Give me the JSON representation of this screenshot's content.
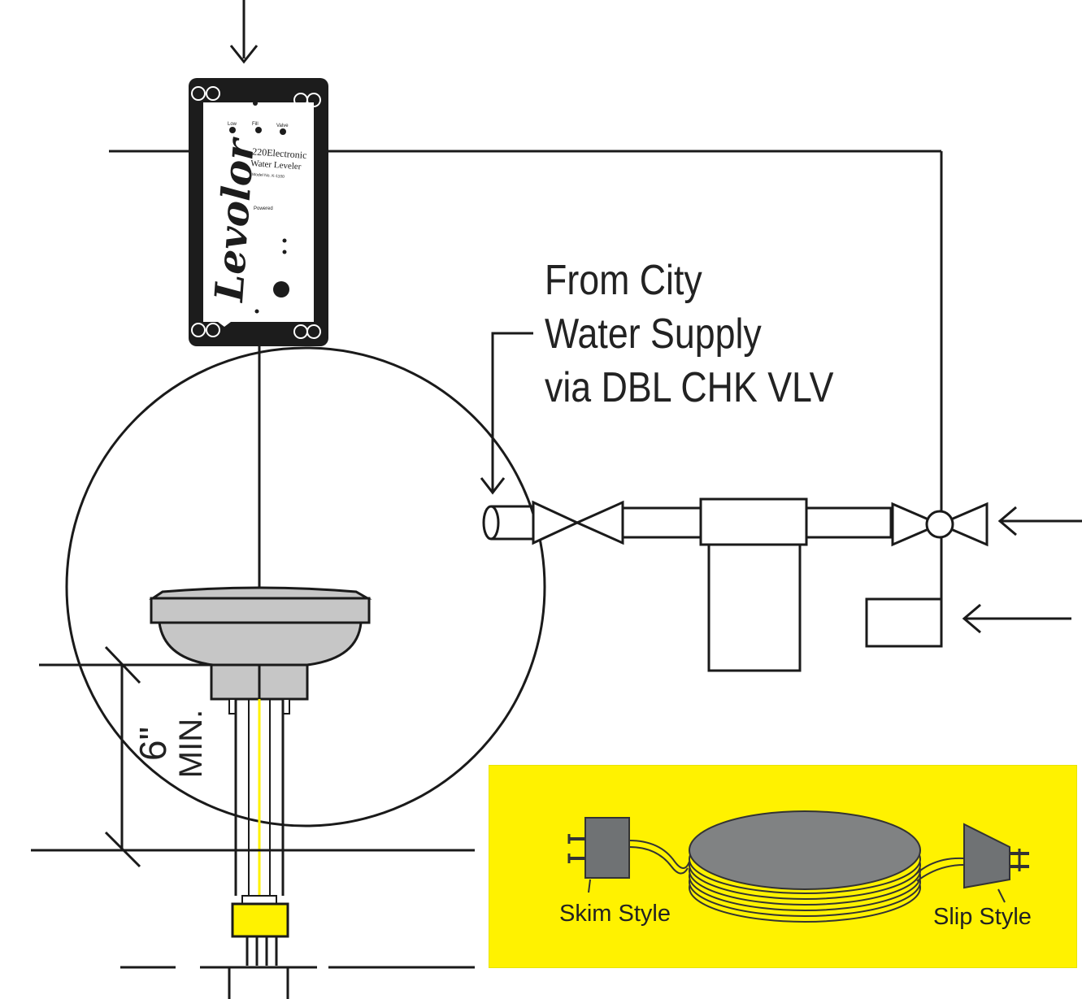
{
  "labels": {
    "water_supply": [
      "From City",
      "Water Supply",
      "via DBL CHK VLV"
    ],
    "dimension_value": "6\"",
    "dimension_qualifier": "MIN.",
    "skim_style": "Skim Style",
    "slip_style": "Slip Style"
  },
  "controller": {
    "brand": "Levolor",
    "model_line1": "-220Electronic",
    "model_line2": "Water Leveler",
    "model_no": "Model No. K-1100",
    "indicators": [
      "Low",
      "Fill",
      "Valve"
    ],
    "status": "Powered"
  },
  "colors": {
    "line": "#1a1a1a",
    "gray_part": "#c6c6c6",
    "dark_gray": "#808283",
    "accent_yellow": "#fff200",
    "body_black": "#1c1c1c"
  }
}
